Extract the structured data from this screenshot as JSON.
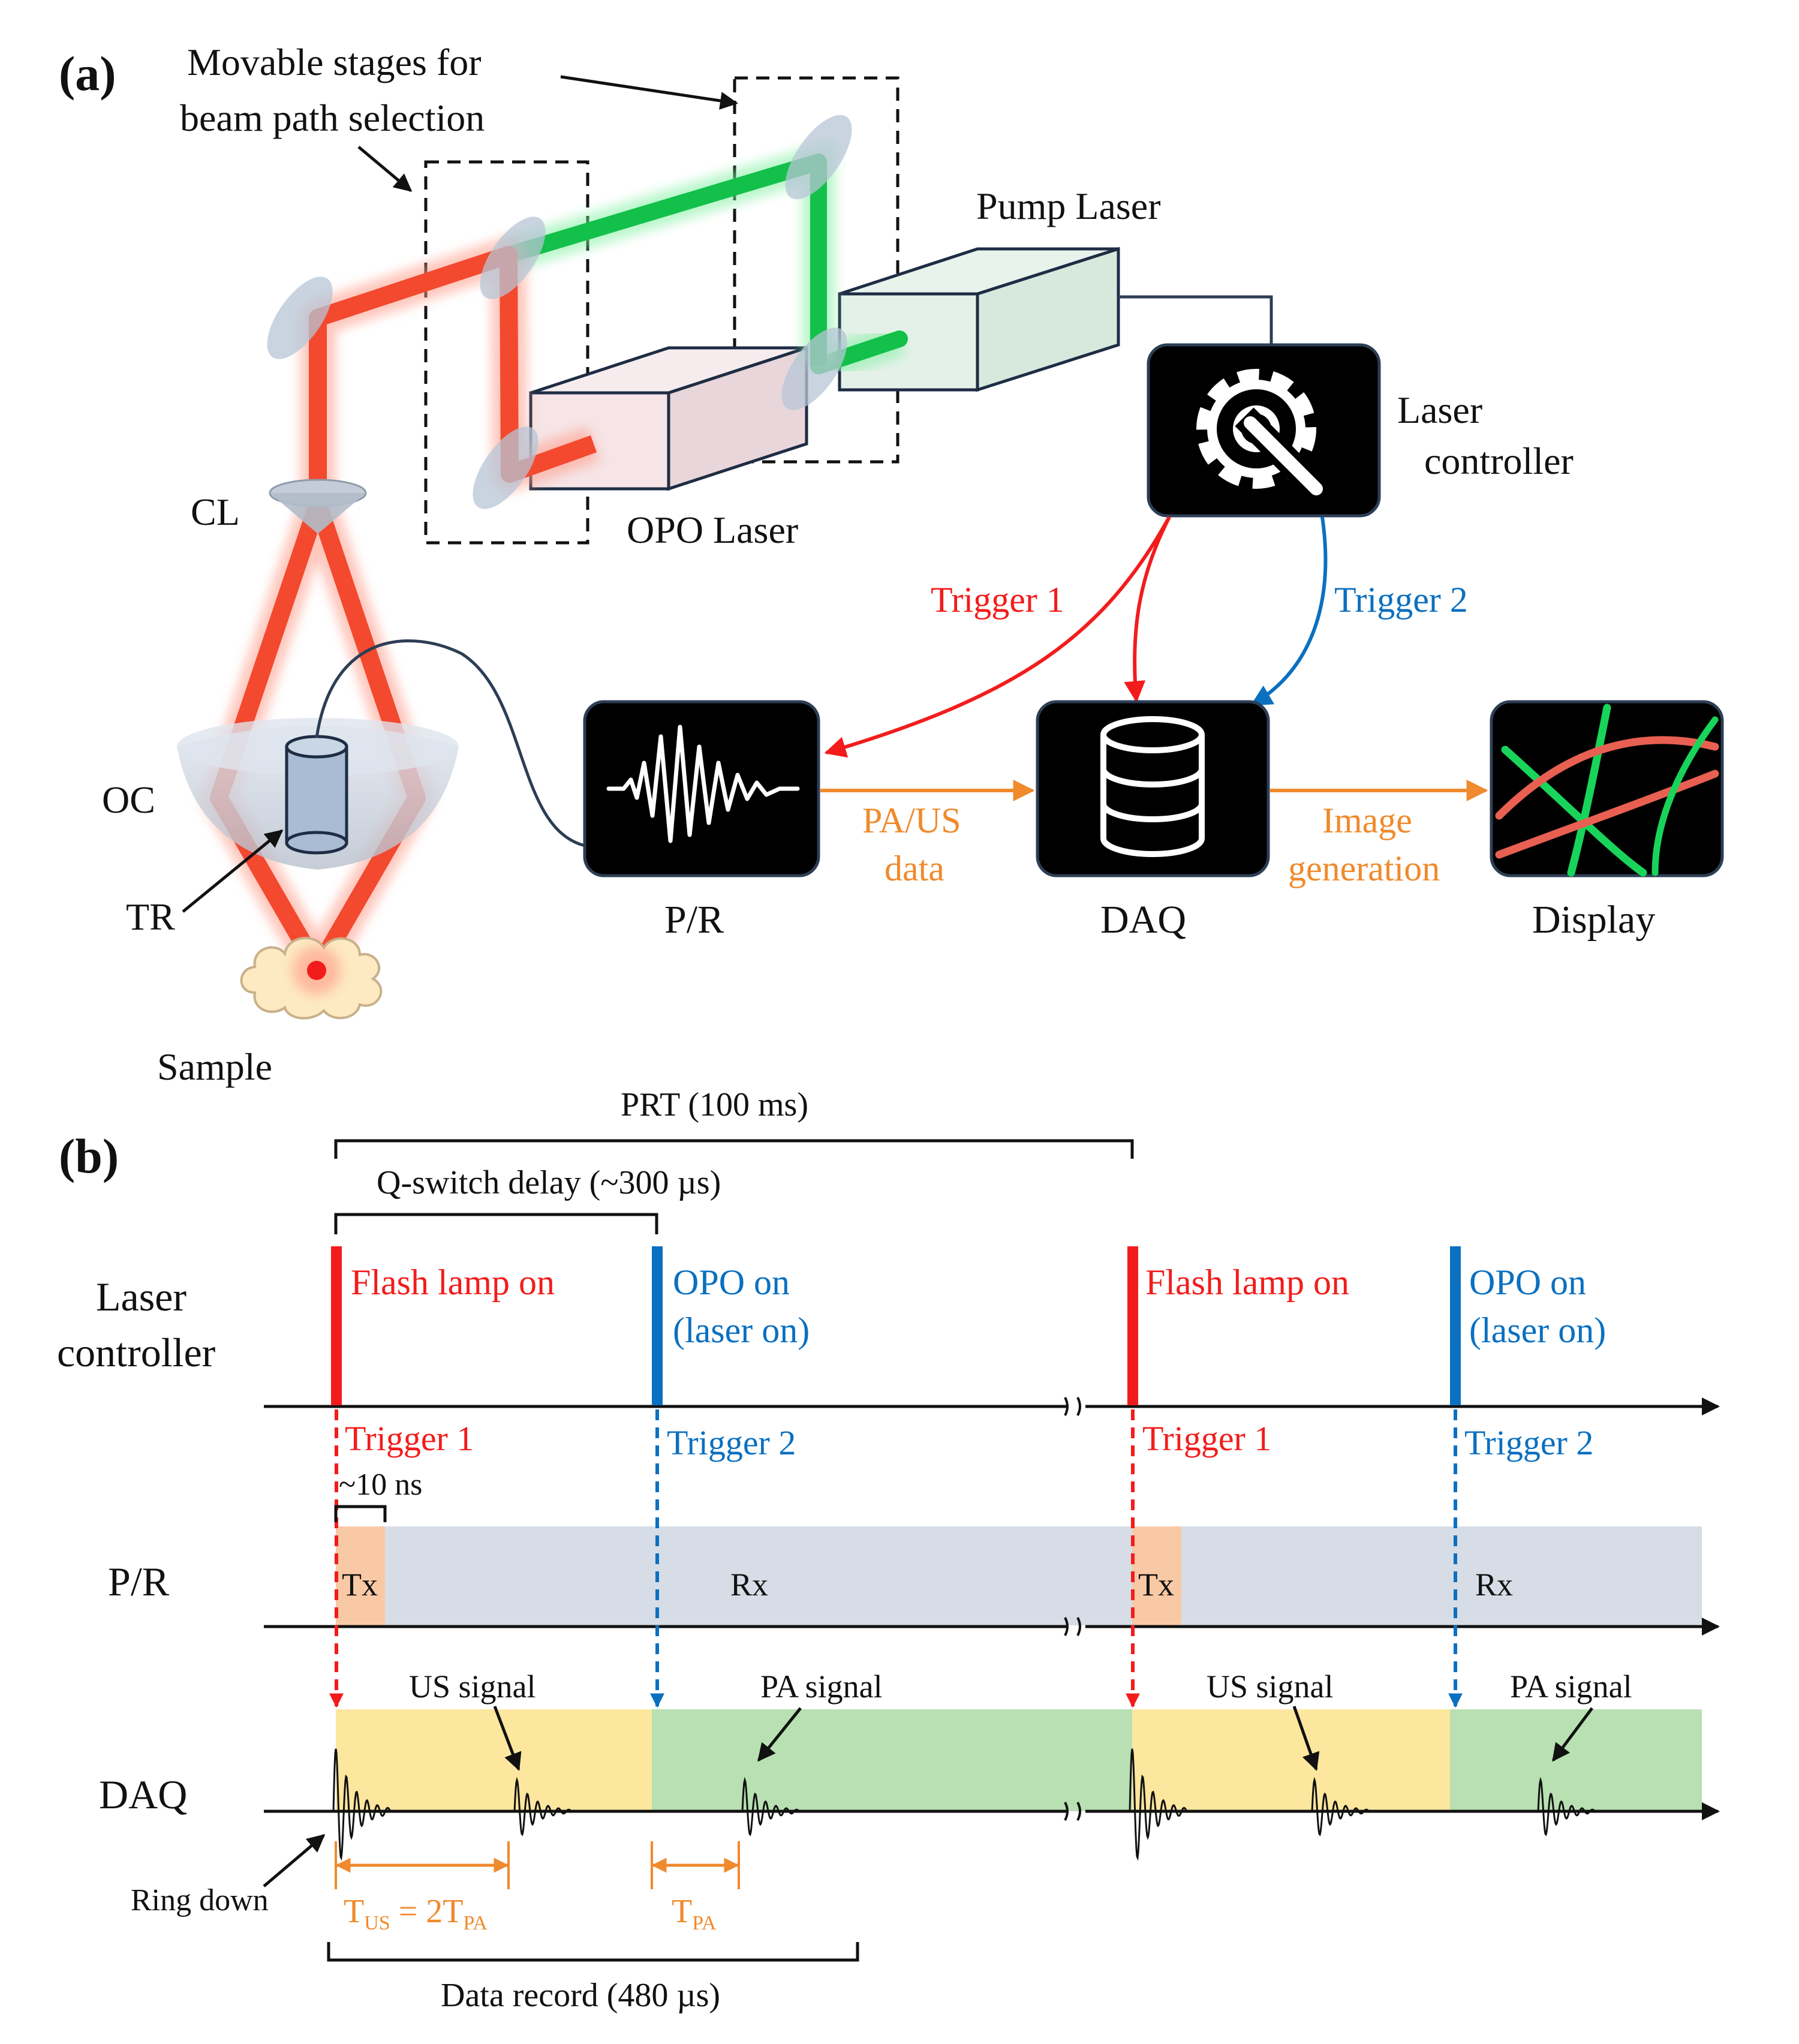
{
  "colors": {
    "red": "#f31c1c",
    "blue": "#0b70c0",
    "orange": "#f08a2c",
    "beam_red": "#f3492f",
    "beam_green": "#13c04a",
    "us_band": "#fde79f",
    "pa_band": "#b8e0b2",
    "rx_band": "#d6dde6",
    "tx_band": "#f9c9a6"
  },
  "panel_a": {
    "label": "(a)",
    "stages_label_line1": "Movable stages for",
    "stages_label_line2": "beam path selection",
    "pump_laser": "Pump Laser",
    "opo_laser": "OPO Laser",
    "laser_controller_line1": "Laser",
    "laser_controller_line2": "controller",
    "cl": "CL",
    "oc": "OC",
    "tr": "TR",
    "sample": "Sample",
    "trigger1": "Trigger 1",
    "trigger2": "Trigger 2",
    "pr": "P/R",
    "daq": "DAQ",
    "display": "Display",
    "pa_us_line1": "PA/US",
    "pa_us_line2": "data",
    "image_gen_line1": "Image",
    "image_gen_line2": "generation",
    "icons": [
      "gear-wrench-icon",
      "waveform-icon",
      "database-icon",
      "vessel-image-icon"
    ]
  },
  "panel_b": {
    "label": "(b)",
    "prt": "PRT (100 ms)",
    "qswitch": "Q-switch delay (~300 µs)",
    "row_laser_line1": "Laser",
    "row_laser_line2": "controller",
    "row_pr": "P/R",
    "row_daq": "DAQ",
    "flash_lamp": "Flash lamp on",
    "opo_on_line1": "OPO on",
    "opo_on_line2": "(laser on)",
    "trigger1": "Trigger 1",
    "trigger2": "Trigger 2",
    "tx_width": "~10 ns",
    "tx": "Tx",
    "rx": "Rx",
    "us_signal": "US signal",
    "pa_signal": "PA signal",
    "ring_down": "Ring down",
    "t_us": "T",
    "t_us_sub": "US",
    "t_us_eq": " = 2T",
    "t_us_eq_sub": "PA",
    "t_pa": "T",
    "t_pa_sub": "PA",
    "data_record": "Data record (480 µs)"
  }
}
